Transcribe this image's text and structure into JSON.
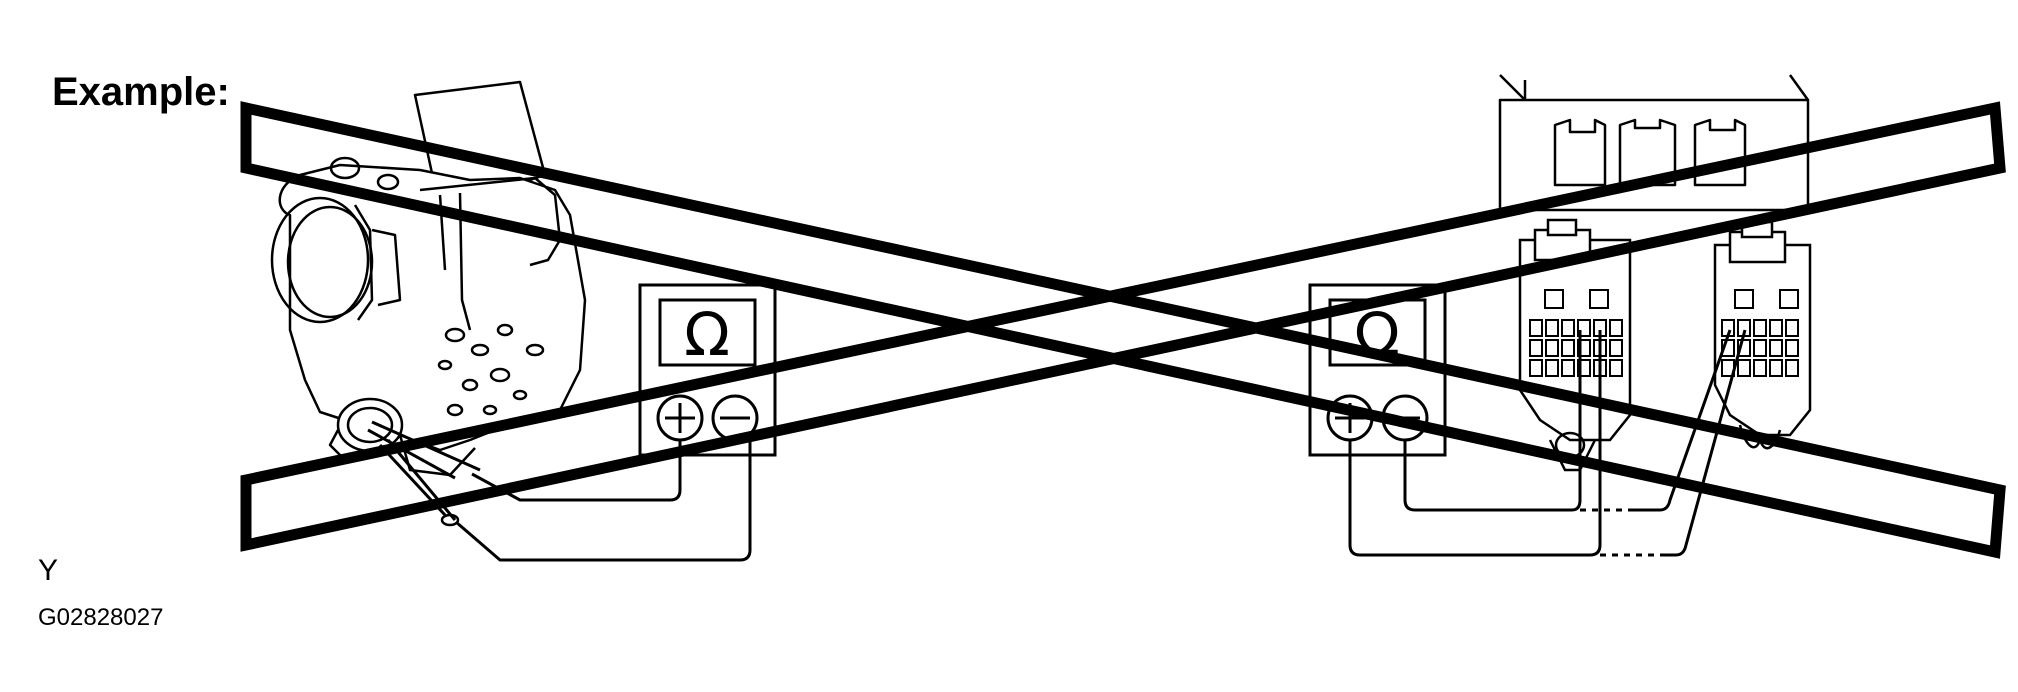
{
  "figure": {
    "title": "Example:",
    "marker": "Y",
    "code": "G02828027",
    "meter_symbol": "Ω"
  },
  "colors": {
    "ink": "#000000",
    "paper": "#ffffff"
  },
  "icons": [
    "ohmmeter-icon",
    "throttle-body-illustration",
    "relay-box-illustration",
    "cross-out-mark"
  ]
}
